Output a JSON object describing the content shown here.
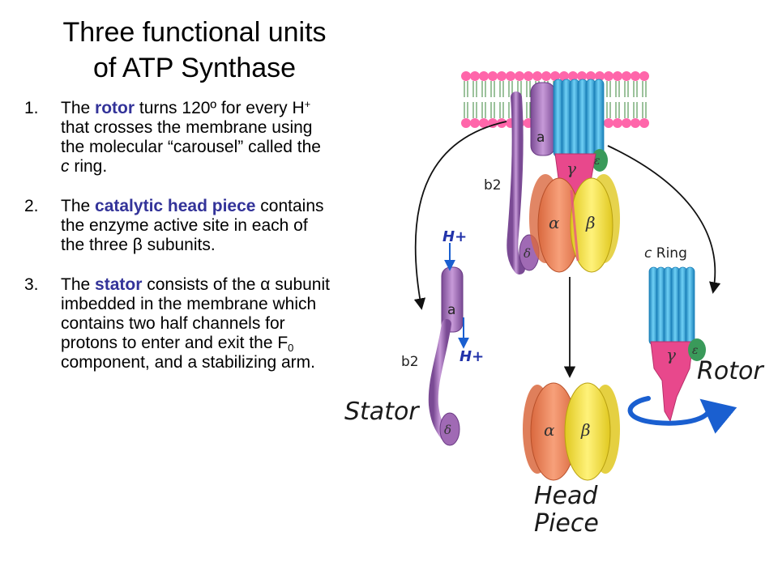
{
  "title": {
    "line1": "Three functional units",
    "line2": "of ATP Synthase"
  },
  "points": [
    {
      "num": "1.",
      "pre": "The ",
      "kw": "rotor",
      "mid1": " turns 120º for every H",
      "sup": "+",
      "mid2": " that crosses the membrane using the molecular “carousel” called the ",
      "em": "c",
      "post": " ring."
    },
    {
      "num": "2.",
      "pre": "The ",
      "kw": "catalytic head piece",
      "post": " contains the enzyme active site in each of the three β subunits."
    },
    {
      "num": "3.",
      "pre": "The ",
      "kw": "stator",
      "mid1": " consists of the α subunit imbedded in the membrane which contains two half channels for protons to enter and exit the F",
      "sub": "0",
      "post": " component, and a stabilizing arm."
    }
  ],
  "diagram": {
    "labels": {
      "a_top": "a",
      "b2_top": "b2",
      "gamma_top": "γ",
      "epsilon_top": "ε",
      "alpha_top": "α",
      "beta_top": "β",
      "delta_top": "δ",
      "h_in": "H+",
      "h_out": "H+",
      "a_stator": "a",
      "b2_stator": "b2",
      "delta_stator": "δ",
      "stator": "Stator",
      "alpha_head": "α",
      "beta_head": "β",
      "head_line1": "Head",
      "head_line2": "Piece",
      "c_ring_c": "c",
      "c_ring_word": " Ring",
      "gamma_rotor": "γ",
      "epsilon_rotor": "ε",
      "rotor": "Rotor"
    },
    "colors": {
      "lipid_head": "#ff66aa",
      "lipid_tail": "#5a9a5a",
      "c_ring": "#33aadd",
      "c_ring_dark": "#1a7fb8",
      "subunit_a": "#a06ab4",
      "alpha": "#f08a5d",
      "beta": "#f4e84a",
      "gamma": "#e8488c",
      "epsilon": "#3a9a5a",
      "arrow_blue": "#1a5fd0",
      "h_label": "#2233aa"
    }
  }
}
